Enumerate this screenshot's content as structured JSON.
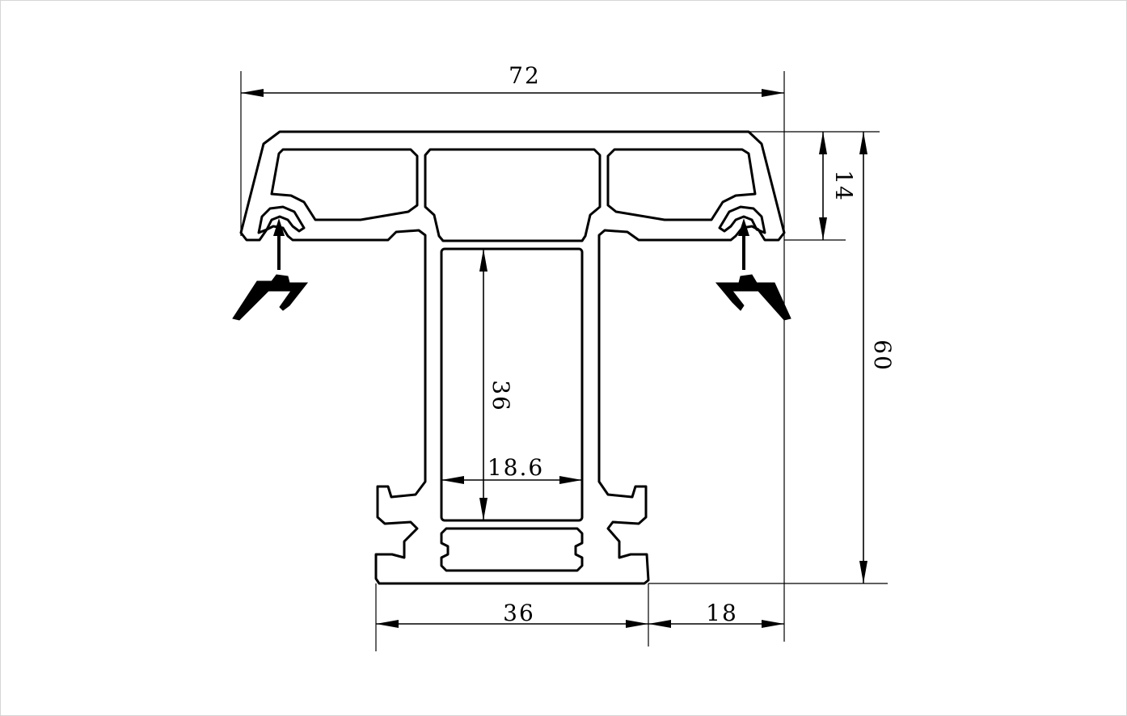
{
  "drawing": {
    "dims": {
      "overall_width": "72",
      "top_height": "14",
      "overall_height": "60",
      "chamber_height": "36",
      "chamber_width": "18.6",
      "base_width": "36",
      "base_offset": "18"
    }
  }
}
